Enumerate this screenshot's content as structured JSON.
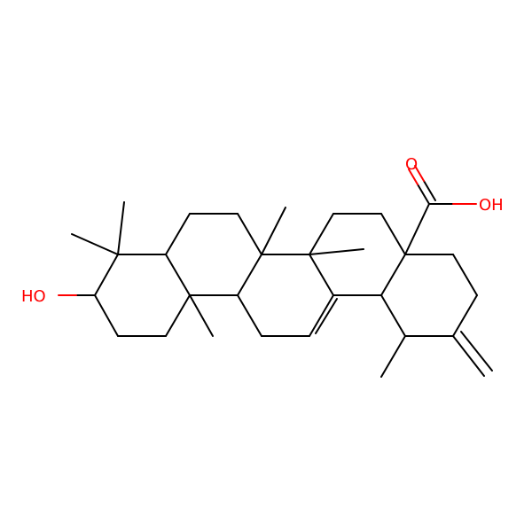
{
  "molecule": {
    "colors": {
      "bond": "#000000",
      "oxygen": "#ff0000"
    },
    "labels": {
      "hydroxyl": "HO",
      "acid_oh": "OH",
      "carbonyl_o": "O"
    }
  }
}
